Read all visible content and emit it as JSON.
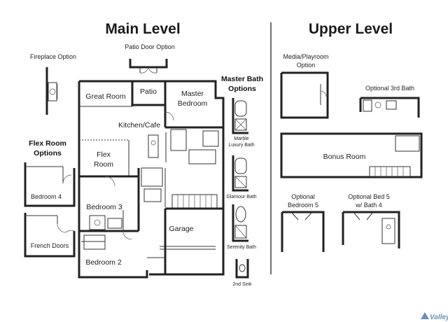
{
  "headings": {
    "main": "Main Level",
    "upper": "Upper Level"
  },
  "main_level": {
    "fireplace_option": "Fireplace Option",
    "patio_door_option": "Patio Door Option",
    "great_room": "Great Room",
    "patio": "Patio",
    "master_bedroom": [
      "Master",
      "Bedroom"
    ],
    "kitchen": "Kitchen/Cafe",
    "flex_room": [
      "Flex",
      "Room"
    ],
    "bedroom3": "Bedroom 3",
    "bedroom2": "Bedroom 2",
    "garage": "Garage"
  },
  "flex_options": {
    "title": [
      "Flex Room",
      "Options"
    ],
    "bedroom4": "Bedroom 4",
    "french_doors": "French Doors"
  },
  "master_bath": {
    "title": [
      "Master Bath",
      "Options"
    ],
    "marble": [
      "Marble",
      "Luxury Bath"
    ],
    "glamour": "Glamour Bath",
    "serenity": "Serenity Bath",
    "second_sink": "2nd Sink"
  },
  "upper_level": {
    "media": [
      "Media/Playroom",
      "Option"
    ],
    "optional_3rd_bath": "Optional 3rd Bath",
    "bonus_room": "Bonus Room",
    "optional_bedroom5": [
      "Optional",
      "Bedroom 5"
    ],
    "optional_bed5_bath4": [
      "Optional Bed 5",
      "w/ Bath 4"
    ]
  },
  "watermark": "Valley"
}
